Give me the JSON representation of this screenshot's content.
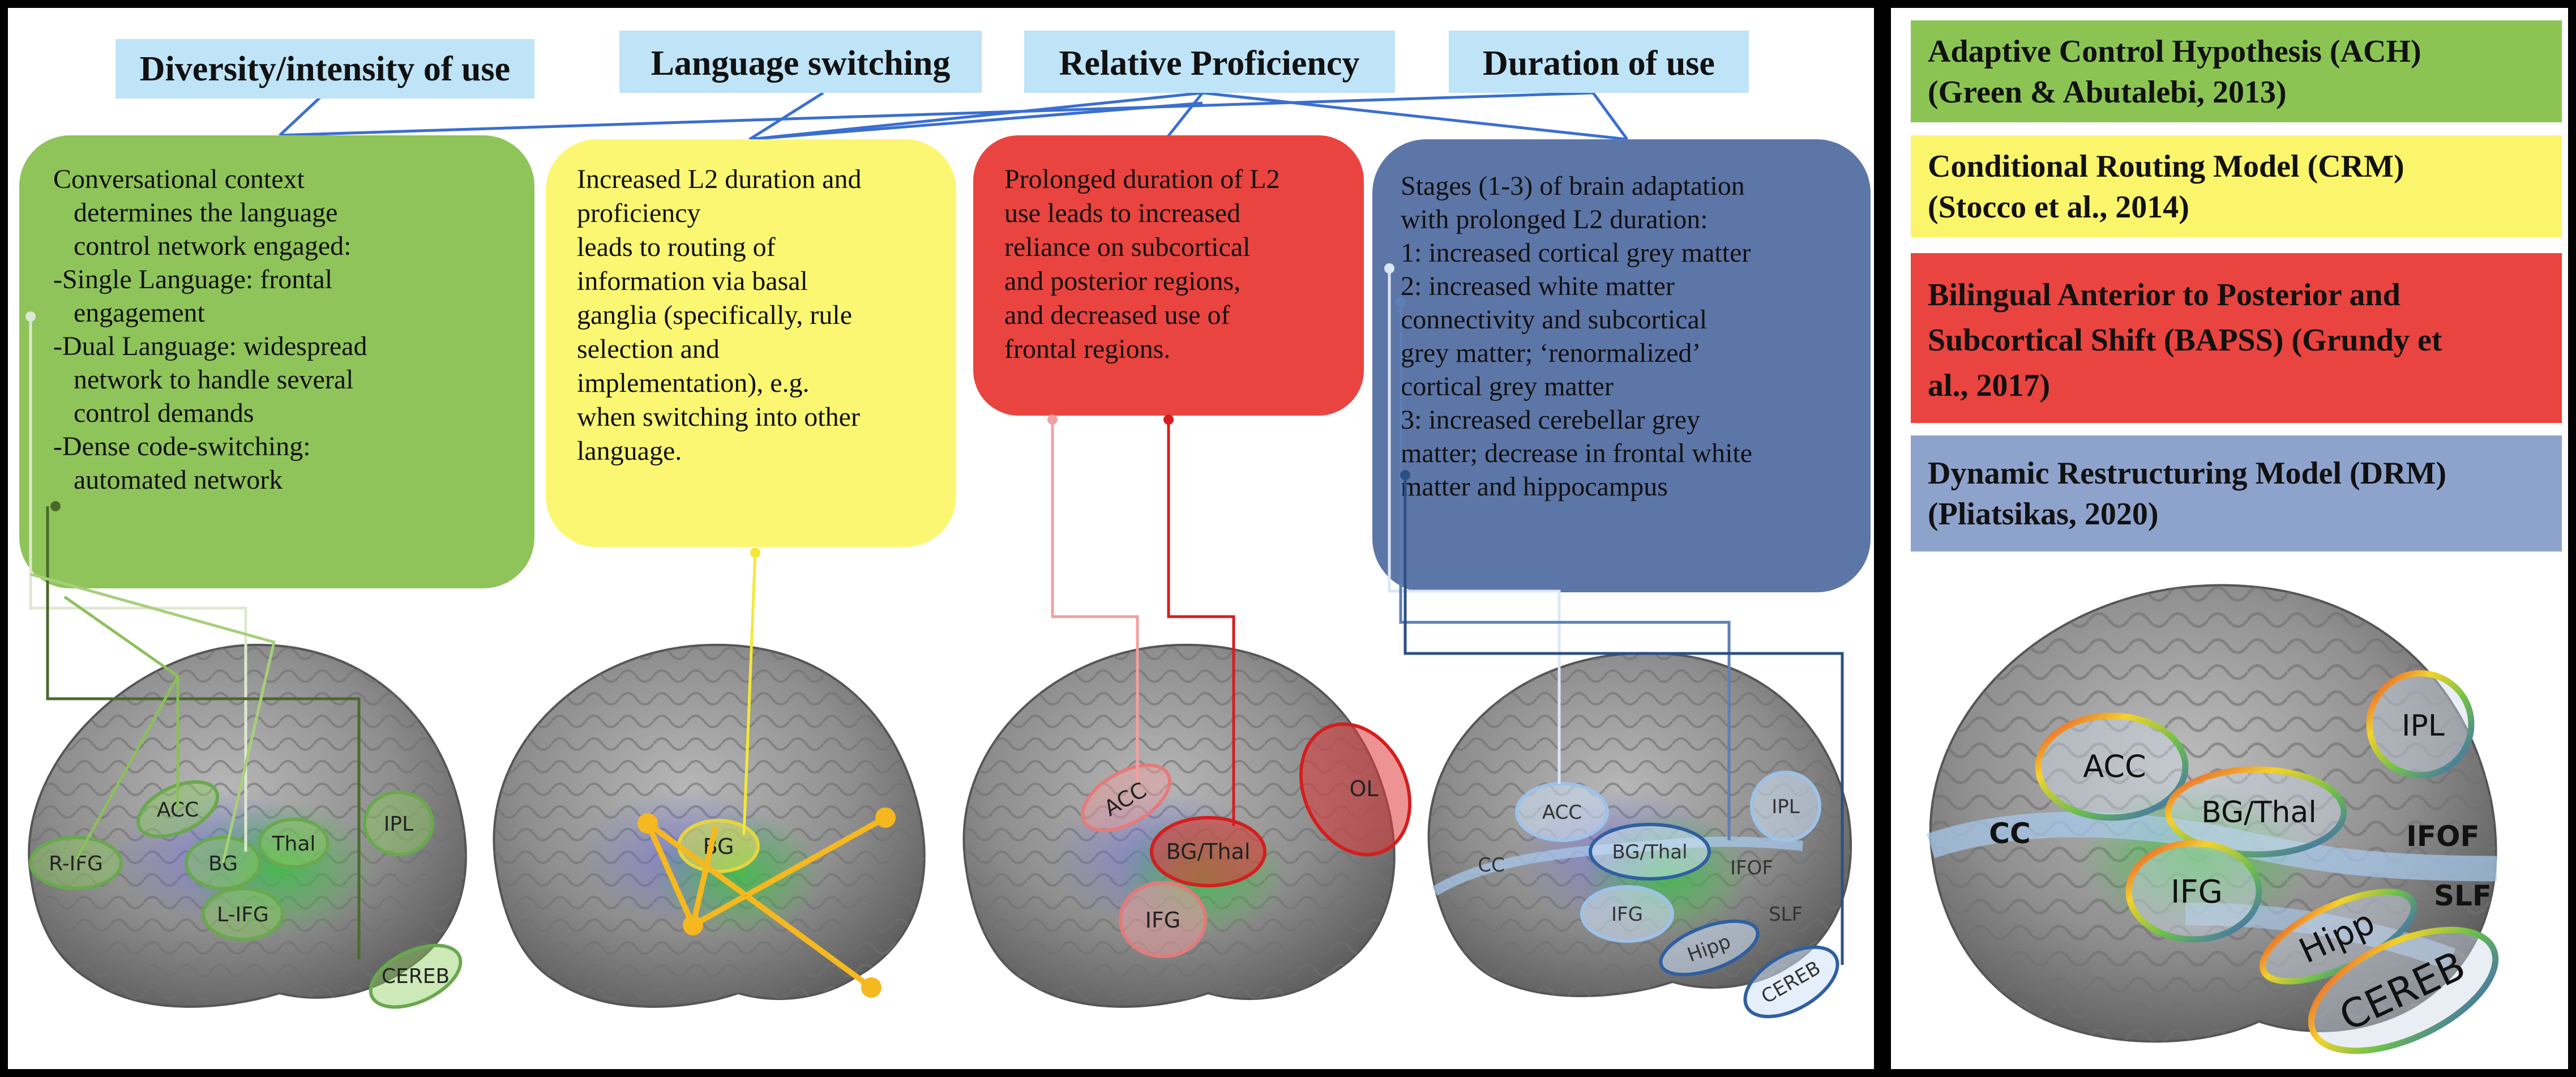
{
  "headers": {
    "diversity": "Diversity/intensity of use",
    "switching": "Language switching",
    "proficiency": "Relative Proficiency",
    "duration": "Duration of use"
  },
  "boxes": {
    "ach": {
      "color": "#8fc45a",
      "lines": [
        "Conversational context",
        "   determines the language",
        "   control network engaged:",
        "-Single Language: frontal",
        "   engagement",
        "-Dual Language: widespread",
        "   network to handle several",
        "   control demands",
        "-Dense code-switching:",
        "   automated network"
      ]
    },
    "crm": {
      "color": "#fbf773",
      "lines": [
        "Increased L2 duration and",
        "proficiency",
        "leads to routing of",
        "information via basal",
        "ganglia (specifically, rule",
        "selection and",
        "implementation), e.g.",
        "when switching into other",
        "language."
      ]
    },
    "bapss": {
      "color": "#e9443f",
      "lines": [
        "Prolonged duration of L2",
        "use leads to increased",
        "reliance on subcortical",
        "and posterior regions,",
        "and decreased use of",
        "frontal regions."
      ]
    },
    "drm": {
      "color": "#5d76a8",
      "lines": [
        "Stages (1-3) of brain adaptation",
        "with prolonged L2 duration:",
        "1: increased cortical grey matter",
        "2: increased white matter",
        "connectivity and subcortical",
        "grey matter; ‘renormalized’",
        "cortical grey matter",
        "3: increased cerebellar grey",
        "matter; decrease in frontal white",
        "matter and hippocampus"
      ]
    }
  },
  "legend": [
    {
      "color": "#8cc454",
      "lines": [
        "Adaptive Control Hypothesis (ACH)",
        "(Green & Abutalebi, 2013)"
      ]
    },
    {
      "color": "#fbf56b",
      "lines": [
        "Conditional Routing Model (CRM)",
        "(Stocco et al., 2014)"
      ]
    },
    {
      "color": "#e9443f",
      "lines": [
        "Bilingual Anterior to Posterior and",
        "Subcortical Shift (BAPSS) (Grundy et",
        "al., 2017)"
      ]
    },
    {
      "color": "#8ea3cc",
      "lines": [
        "Dynamic Restructuring Model (DRM)",
        "(Pliatsikas, 2020)"
      ]
    }
  ],
  "brains": {
    "ach": {
      "acc": "ACC",
      "rifg": "R-IFG",
      "bg": "BG",
      "thal": "Thal",
      "ipl": "IPL",
      "lifg": "L-IFG",
      "cereb": "CEREB"
    },
    "crm": {
      "bg": "BG"
    },
    "bapss": {
      "acc": "ACC",
      "bgthal": "BG/Thal",
      "ol": "OL",
      "ifg": "IFG"
    },
    "drm": {
      "acc": "ACC",
      "ipl": "IPL",
      "cc": "CC",
      "bgthal": "BG/Thal",
      "ifof": "IFOF",
      "ifg": "IFG",
      "hipp": "Hipp",
      "slf": "SLF",
      "cereb": "CEREB"
    },
    "summary": {
      "ipl": "IPL",
      "acc": "ACC",
      "bgthal": "BG/Thal",
      "cc": "CC",
      "ifof": "IFOF",
      "ifg": "IFG",
      "slf": "SLF",
      "hipp": "Hipp",
      "cereb": "CEREB"
    }
  }
}
